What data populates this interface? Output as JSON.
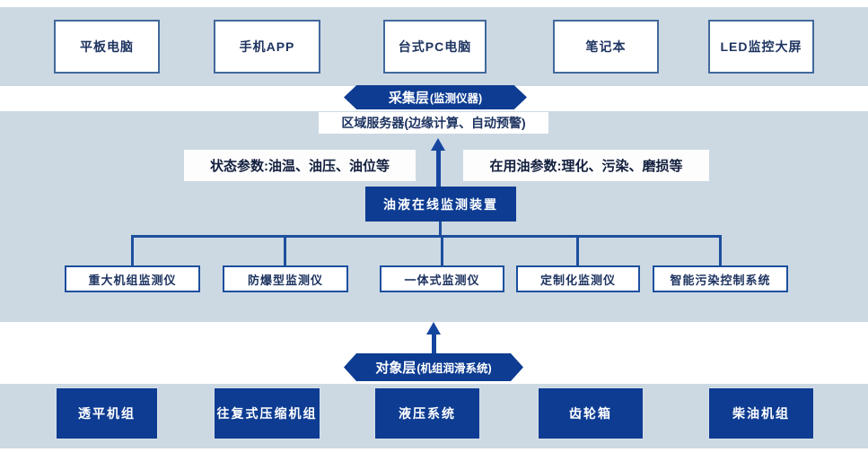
{
  "colors": {
    "band_bg": "#ccd9e3",
    "dark_blue_fill": "#0d3c92",
    "connector_blue": "#1d4f9e",
    "arrow_blue": "#15469f",
    "white_box_border": "#41699b",
    "navy_text": "#1e3461"
  },
  "terminal_boxes": [
    "平板电脑",
    "手机APP",
    "台式PC电脑",
    "笔记本",
    "LED监控大屏"
  ],
  "collection_layer": {
    "title": "采集层",
    "subtitle": "(监测仪器)"
  },
  "server_label": "区域服务器(边缘计算、自动预警)",
  "state_params_label": "状态参数:油温、油压、油位等",
  "oil_params_label": "在用油参数:理化、污染、磨损等",
  "monitor_device_label": "油液在线监测装置",
  "instrument_boxes": [
    "重大机组监测仪",
    "防爆型监测仪",
    "一体式监测仪",
    "定制化监测仪",
    "智能污染控制系统"
  ],
  "object_layer": {
    "title": "对象层",
    "subtitle": "(机组润滑系统)"
  },
  "equipment_boxes": [
    "透平机组",
    "往复式压缩机组",
    "液压系统",
    "齿轮箱",
    "柴油机组"
  ]
}
